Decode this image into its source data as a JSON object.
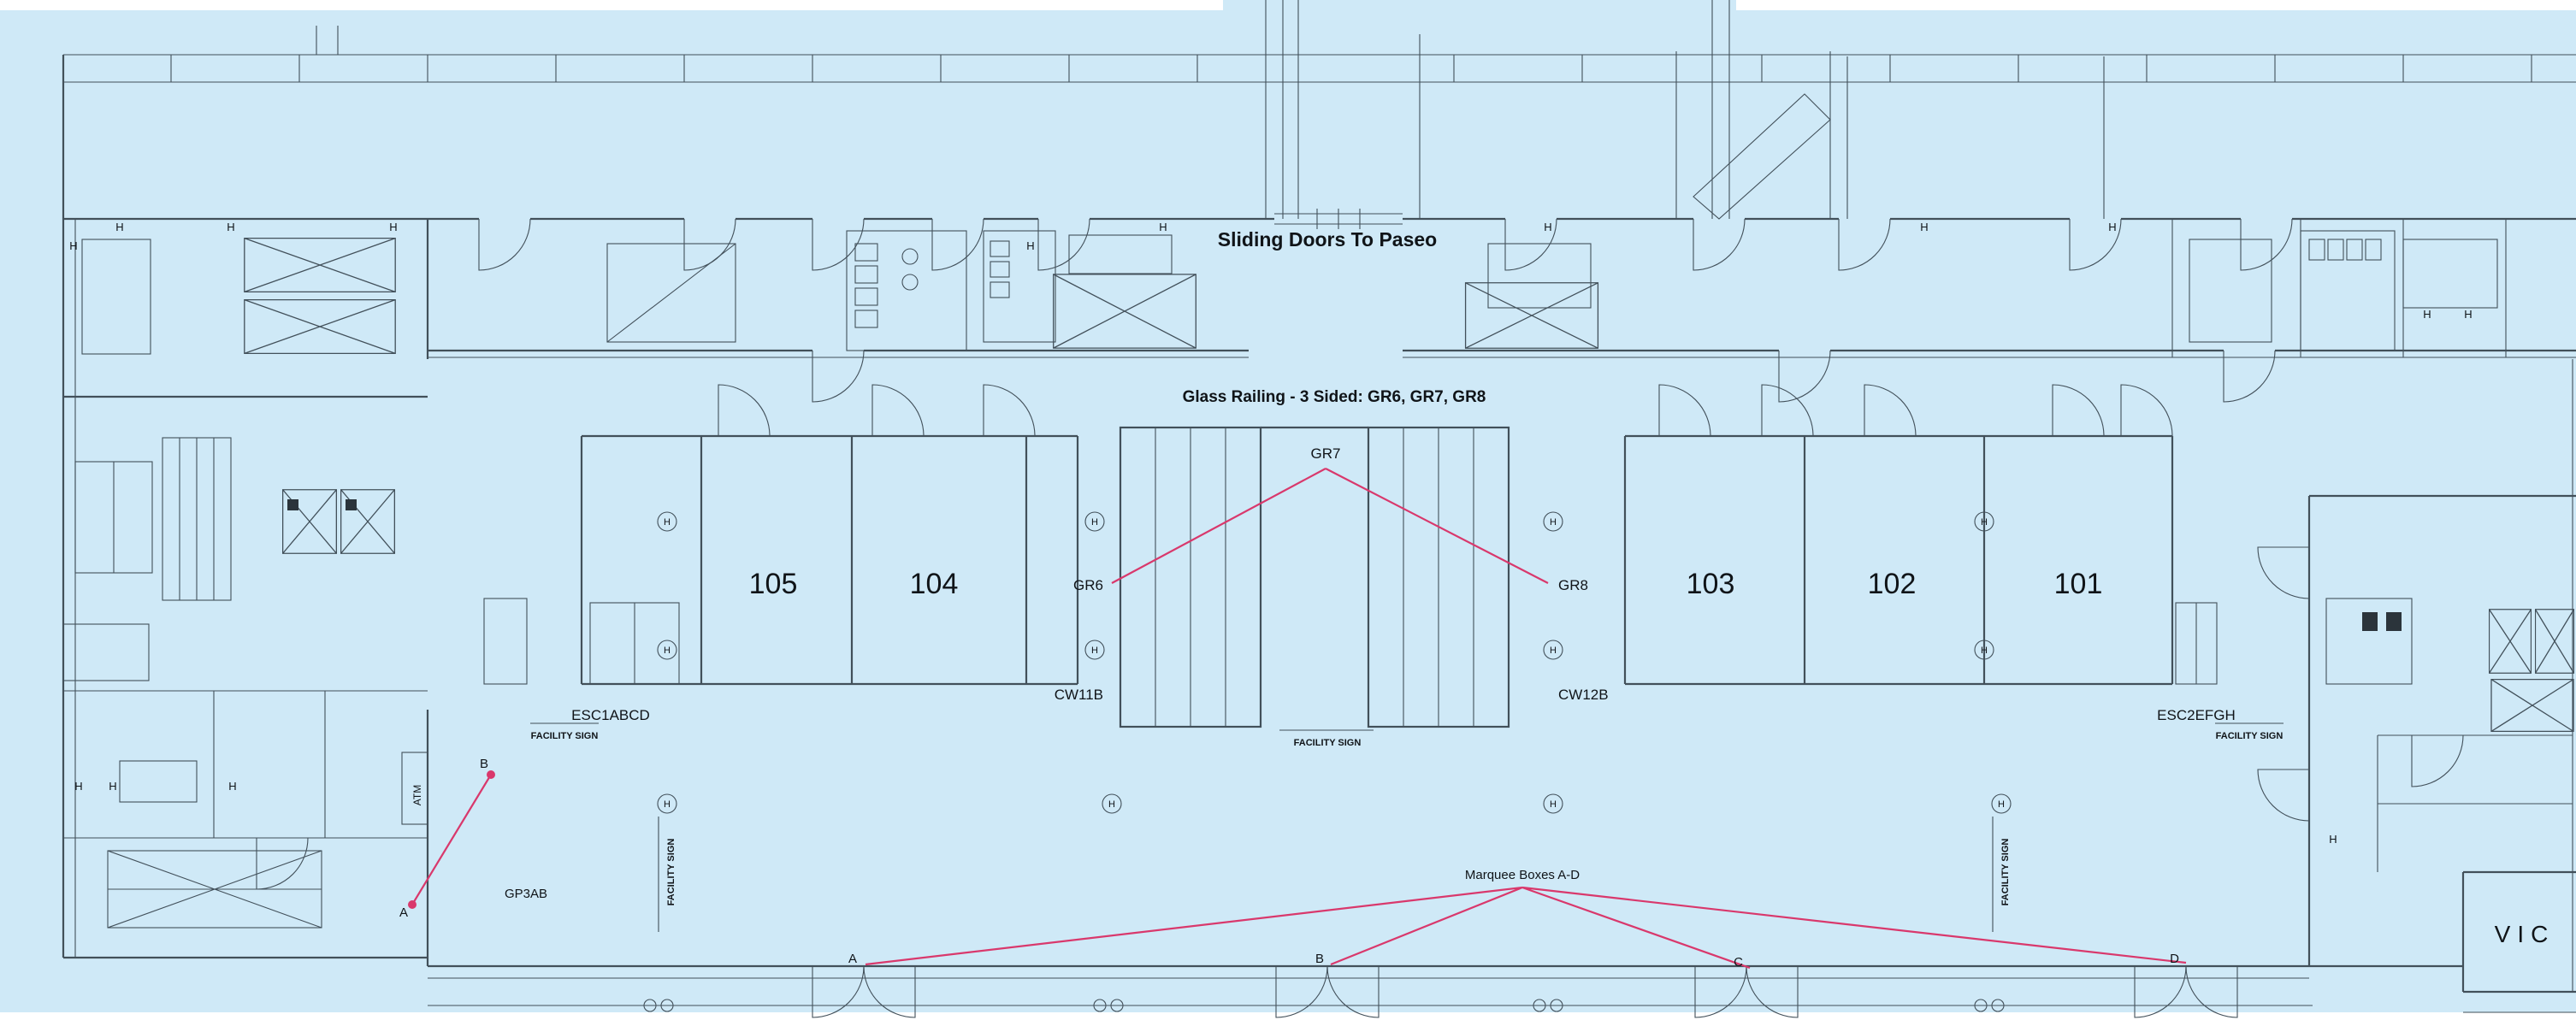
{
  "palette": {
    "background": "#cfe9f7",
    "wall_line": "#42505a",
    "annotation_line": "#d9386c",
    "text": "#101418"
  },
  "labels": {
    "sliding_doors": "Sliding Doors To Paseo",
    "glass_railing_title": "Glass Railing - 3 Sided: GR6, GR7, GR8",
    "gr6": "GR6",
    "gr7": "GR7",
    "gr8": "GR8",
    "cw11b": "CW11B",
    "cw12b": "CW12B",
    "esc1": "ESC1ABCD",
    "esc2": "ESC2EFGH",
    "facility_sign": "FACILITY SIGN",
    "gp3ab": "GP3AB",
    "gp_point_a": "A",
    "gp_point_b": "B",
    "marquee_title": "Marquee Boxes A-D",
    "marquee_a": "A",
    "marquee_b": "B",
    "marquee_c": "C",
    "marquee_d": "D",
    "vic": "VIC",
    "atm": "ATM",
    "hose_marker": "H"
  },
  "rooms": [
    {
      "number": "105"
    },
    {
      "number": "104"
    },
    {
      "number": "103"
    },
    {
      "number": "102"
    },
    {
      "number": "101"
    }
  ]
}
